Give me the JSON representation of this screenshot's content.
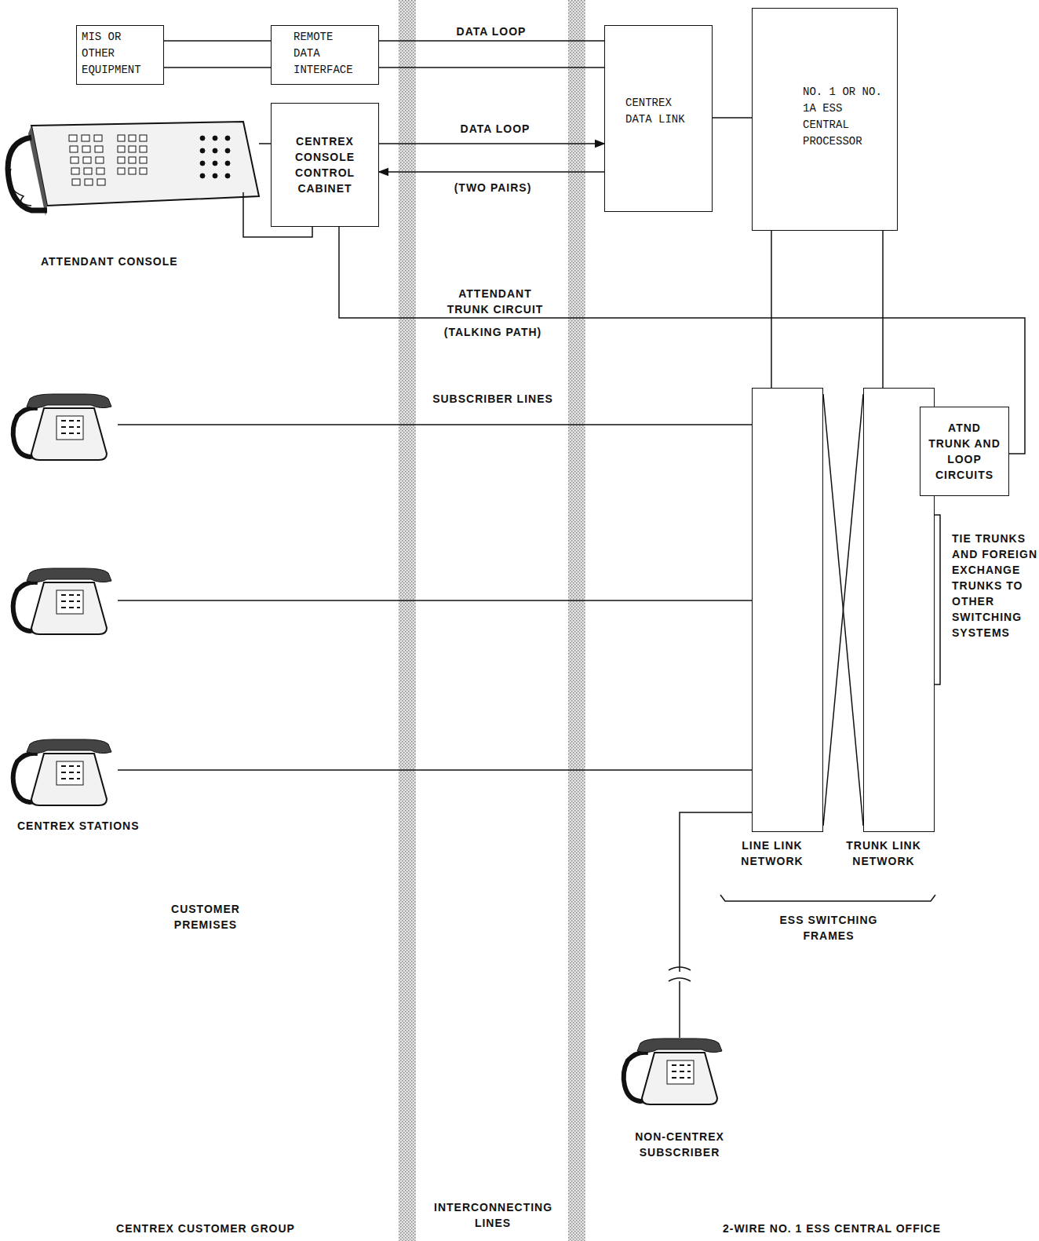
{
  "diagram": {
    "nodes": [
      {
        "text": [
          "MIS OR OTHER EQUIPMENT"
        ]
      },
      {
        "text": [
          "REMOTE DATA INTERFACE"
        ]
      },
      {
        "text": [
          "CENTREX CONSOLE CONTROL CABINET"
        ]
      },
      {
        "text": [
          "CENTREX DATA LINK"
        ]
      },
      {
        "text": [
          "NO. 1 OR NO. 1A ESS CENTRAL PROCESSOR"
        ]
      },
      {
        "text": [
          "LINE LINK NETWORK"
        ]
      },
      {
        "text": [
          "TRUNK LINK NETWORK"
        ]
      },
      {
        "text": [
          "ATND TRUNK AND LOOP CIRCUITS"
        ]
      }
    ],
    "edges": [
      {
        "from": 0,
        "to": 1,
        "arrow": "none"
      },
      {
        "from": 1,
        "to": 3,
        "label": "DATA LOOP",
        "arrow": "none"
      },
      {
        "from": 2,
        "to": 3,
        "label": "DATA LOOP",
        "arrow": "both"
      },
      {
        "from": 3,
        "to": 4,
        "arrow": "none"
      },
      {
        "from": 4,
        "to": 5,
        "arrow": "none"
      },
      {
        "from": 4,
        "to": 6,
        "arrow": "none"
      },
      {
        "from": 2,
        "to": 7,
        "label": "ATTENDANT TRUNK CIRCUIT",
        "arrow": "none"
      },
      {
        "from": 5,
        "to": 6,
        "arrow": "none"
      },
      {
        "from": 6,
        "to": 7,
        "arrow": "none"
      }
    ],
    "labels": [
      "(TWO PAIRS)",
      "(TALKING PATH)",
      "ATTENDANT CONSOLE",
      "SUBSCRIBER LINES",
      "CENTREX STATIONS",
      "CUSTOMER PREMISES",
      "TIE TRUNKS AND FOREIGN EXCHANGE TRUNKS TO OTHER SWITCHING SYSTEMS",
      "ESS SWITCHING FRAMES",
      "NON-CENTREX SUBSCRIBER",
      "CENTREX CUSTOMER GROUP",
      "INTERCONNECTING LINES",
      "2-WIRE NO. 1 ESS CENTRAL OFFICE"
    ]
  }
}
